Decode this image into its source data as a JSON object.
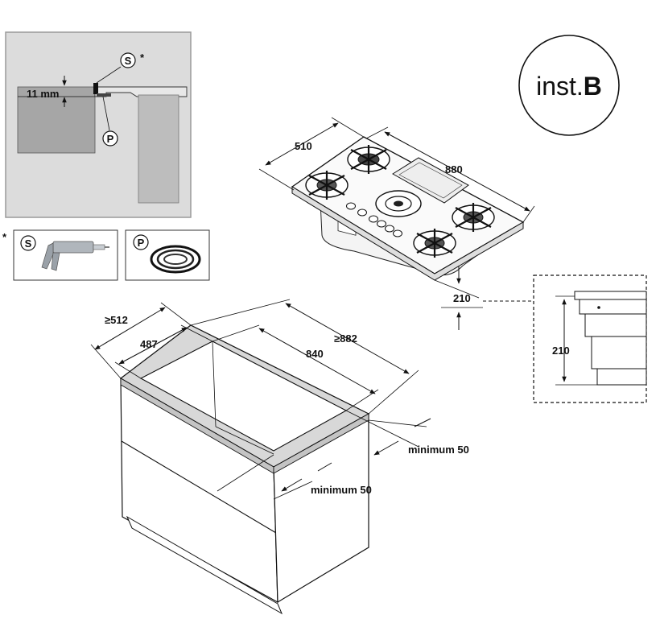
{
  "badge": {
    "prefix": "inst.",
    "suffix": "B"
  },
  "detail": {
    "gap_label": "11 mm",
    "sealant_marker": "S",
    "sealant_star": "*",
    "gasket_marker": "P"
  },
  "accessories": {
    "star": "*",
    "sealant_marker": "S",
    "gasket_marker": "P"
  },
  "hob": {
    "depth": "510",
    "width": "880"
  },
  "side_view": {
    "height_main": "210",
    "height_inset": "210"
  },
  "cabinet": {
    "outer_depth": "≥512",
    "cutout_depth": "487",
    "outer_width": "≥882",
    "cutout_width": "840",
    "clearance_back": "minimum 50",
    "clearance_front": "minimum 50"
  }
}
